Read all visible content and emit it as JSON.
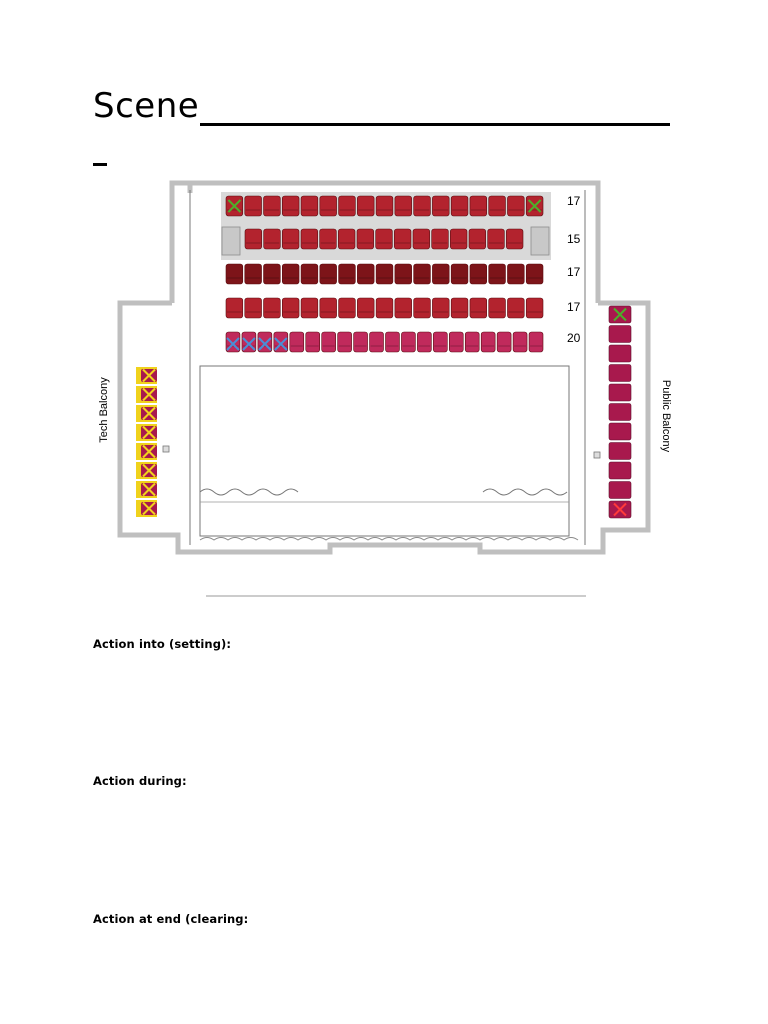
{
  "page": {
    "title": "Scene"
  },
  "seating": {
    "rows": [
      {
        "count_label": "17",
        "seats": 17,
        "marked_green": [
          0,
          16
        ],
        "marked_blue": []
      },
      {
        "count_label": "15",
        "seats": 15,
        "marked_green": [],
        "marked_blue": []
      },
      {
        "count_label": "17",
        "seats": 17,
        "marked_green": [],
        "marked_blue": []
      },
      {
        "count_label": "17",
        "seats": 17,
        "marked_green": [],
        "marked_blue": []
      },
      {
        "count_label": "20",
        "seats": 20,
        "marked_green": [],
        "marked_blue": [
          0,
          1,
          2,
          3
        ]
      }
    ],
    "tech_balcony": {
      "label": "Tech Balcony",
      "seats": 8,
      "all_marked": true
    },
    "public_balcony": {
      "label": "Public Balcony",
      "seats": 11,
      "marked_green": [
        0
      ],
      "marked_red": [
        10
      ]
    },
    "colors": {
      "seat_red": "#b3232e",
      "seat_dark": "#7d1419",
      "seat_crimson": "#c02a5c",
      "balcony_seat": "#a8194d",
      "mark_green": "#4caf2a",
      "mark_blue": "#4a8ed6",
      "mark_yellow": "#f0d21c",
      "wall": "#bfbfbf",
      "platform": "#d9d9d9"
    }
  },
  "sections": {
    "action_into": "Action into (setting):",
    "action_during": "Action during:",
    "action_end": "Action at end (clearing:"
  }
}
